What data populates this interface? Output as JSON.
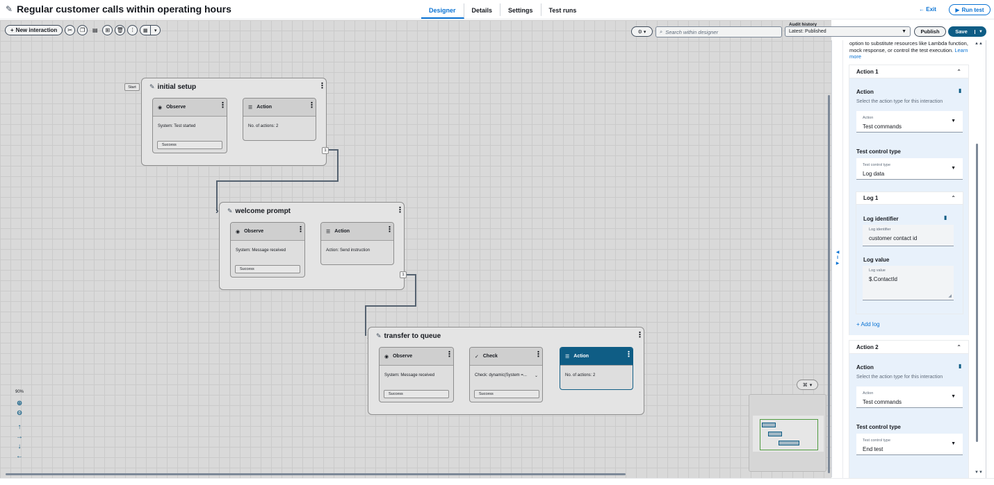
{
  "header": {
    "title": "Regular customer calls within operating hours",
    "tabs": [
      {
        "label": "Designer",
        "active": true
      },
      {
        "label": "Details"
      },
      {
        "label": "Settings"
      },
      {
        "label": "Test runs"
      }
    ],
    "exit_label": "Exit",
    "run_test_label": "Run test"
  },
  "toolbar": {
    "new_interaction_label": "New interaction",
    "search_placeholder": "Search within designer",
    "audit_history_label": "Audit history",
    "audit_history_value": "Latest: Published",
    "publish_label": "Publish",
    "save_label": "Save"
  },
  "flow": {
    "start_label": "Start",
    "blocks": [
      {
        "title": "initial setup",
        "observe": {
          "label": "Observe",
          "body": "System: Test started",
          "foot": "Success"
        },
        "action": {
          "label": "Action",
          "body": "No. of actions: 2"
        },
        "port": "1"
      },
      {
        "title": "welcome prompt",
        "observe": {
          "label": "Observe",
          "body": "System: Message received",
          "foot": "Success"
        },
        "action": {
          "label": "Action",
          "body": "Action: Send instruction"
        },
        "port": "1"
      },
      {
        "title": "transfer to queue",
        "observe": {
          "label": "Observe",
          "body": "System: Message received",
          "foot": "Success"
        },
        "check": {
          "label": "Check",
          "body": "Check: dynamic(System =...",
          "foot": "Success"
        },
        "action": {
          "label": "Action",
          "body": "No. of actions: 2"
        }
      }
    ],
    "zoom_level": "90%"
  },
  "panel": {
    "intro_text": "option to substitute resources like Lambda function, mock response, or control the test execution.",
    "learn_more": "Learn more",
    "action1": {
      "title": "Action 1",
      "action_label": "Action",
      "action_desc": "Select the action type for this interaction",
      "action_select_small": "Action",
      "action_select_value": "Test commands",
      "control_label": "Test control type",
      "control_select_small": "Test control type",
      "control_select_value": "Log data",
      "log": {
        "title": "Log 1",
        "identifier_label": "Log identifier",
        "identifier_small": "Log identifier",
        "identifier_value": "customer contact id",
        "value_label": "Log value",
        "value_small": "Log value",
        "value_value": "$.ContactId"
      },
      "add_log": "+ Add log"
    },
    "action2": {
      "title": "Action 2",
      "action_label": "Action",
      "action_desc": "Select the action type for this interaction",
      "action_select_small": "Action",
      "action_select_value": "Test commands",
      "control_label": "Test control type",
      "control_select_small": "Test control type",
      "control_select_value": "End test"
    }
  }
}
